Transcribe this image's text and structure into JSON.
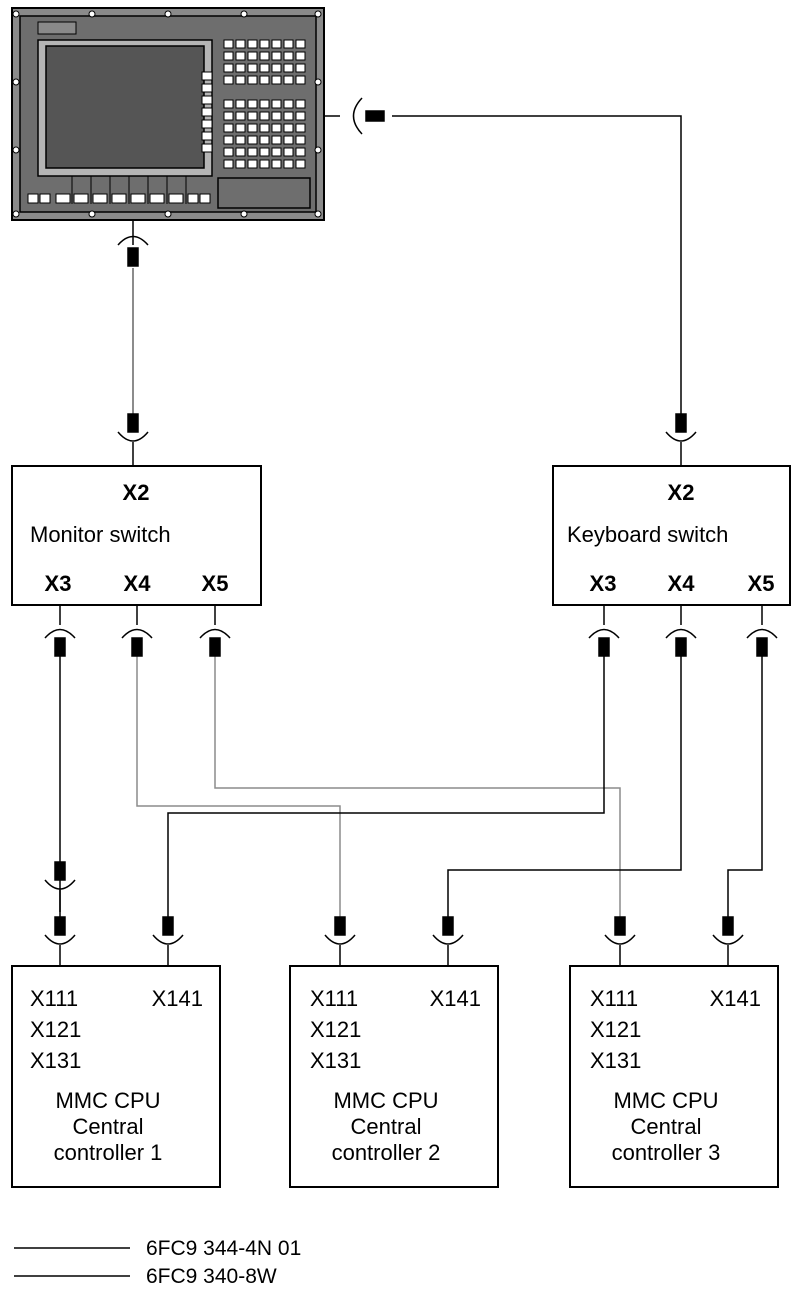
{
  "monitor_switch": {
    "input_port": "X2",
    "label": "Monitor switch",
    "ports": [
      "X3",
      "X4",
      "X5"
    ]
  },
  "keyboard_switch": {
    "input_port": "X2",
    "label": "Keyboard switch",
    "ports": [
      "X3",
      "X4",
      "X5"
    ]
  },
  "controllers": [
    {
      "ports_left": [
        "X111",
        "X121",
        "X131"
      ],
      "port_right": "X141",
      "title_line1": "MMC CPU",
      "title_line2": "Central",
      "title_line3": "controller 1"
    },
    {
      "ports_left": [
        "X111",
        "X121",
        "X131"
      ],
      "port_right": "X141",
      "title_line1": "MMC CPU",
      "title_line2": "Central",
      "title_line3": "controller 2"
    },
    {
      "ports_left": [
        "X111",
        "X121",
        "X131"
      ],
      "port_right": "X141",
      "title_line1": "MMC CPU",
      "title_line2": "Central",
      "title_line3": "controller 3"
    }
  ],
  "legend": [
    {
      "label": "6FC9 344-4N 01",
      "line_color": "#000000"
    },
    {
      "label": "6FC9 340-8W",
      "line_color": "#000000"
    }
  ],
  "colors": {
    "black_cable": "#000000",
    "gray_cable": "#8c8c8c",
    "panel_body": "#8a8a8a",
    "panel_dark": "#555555",
    "screen": "#555555"
  }
}
